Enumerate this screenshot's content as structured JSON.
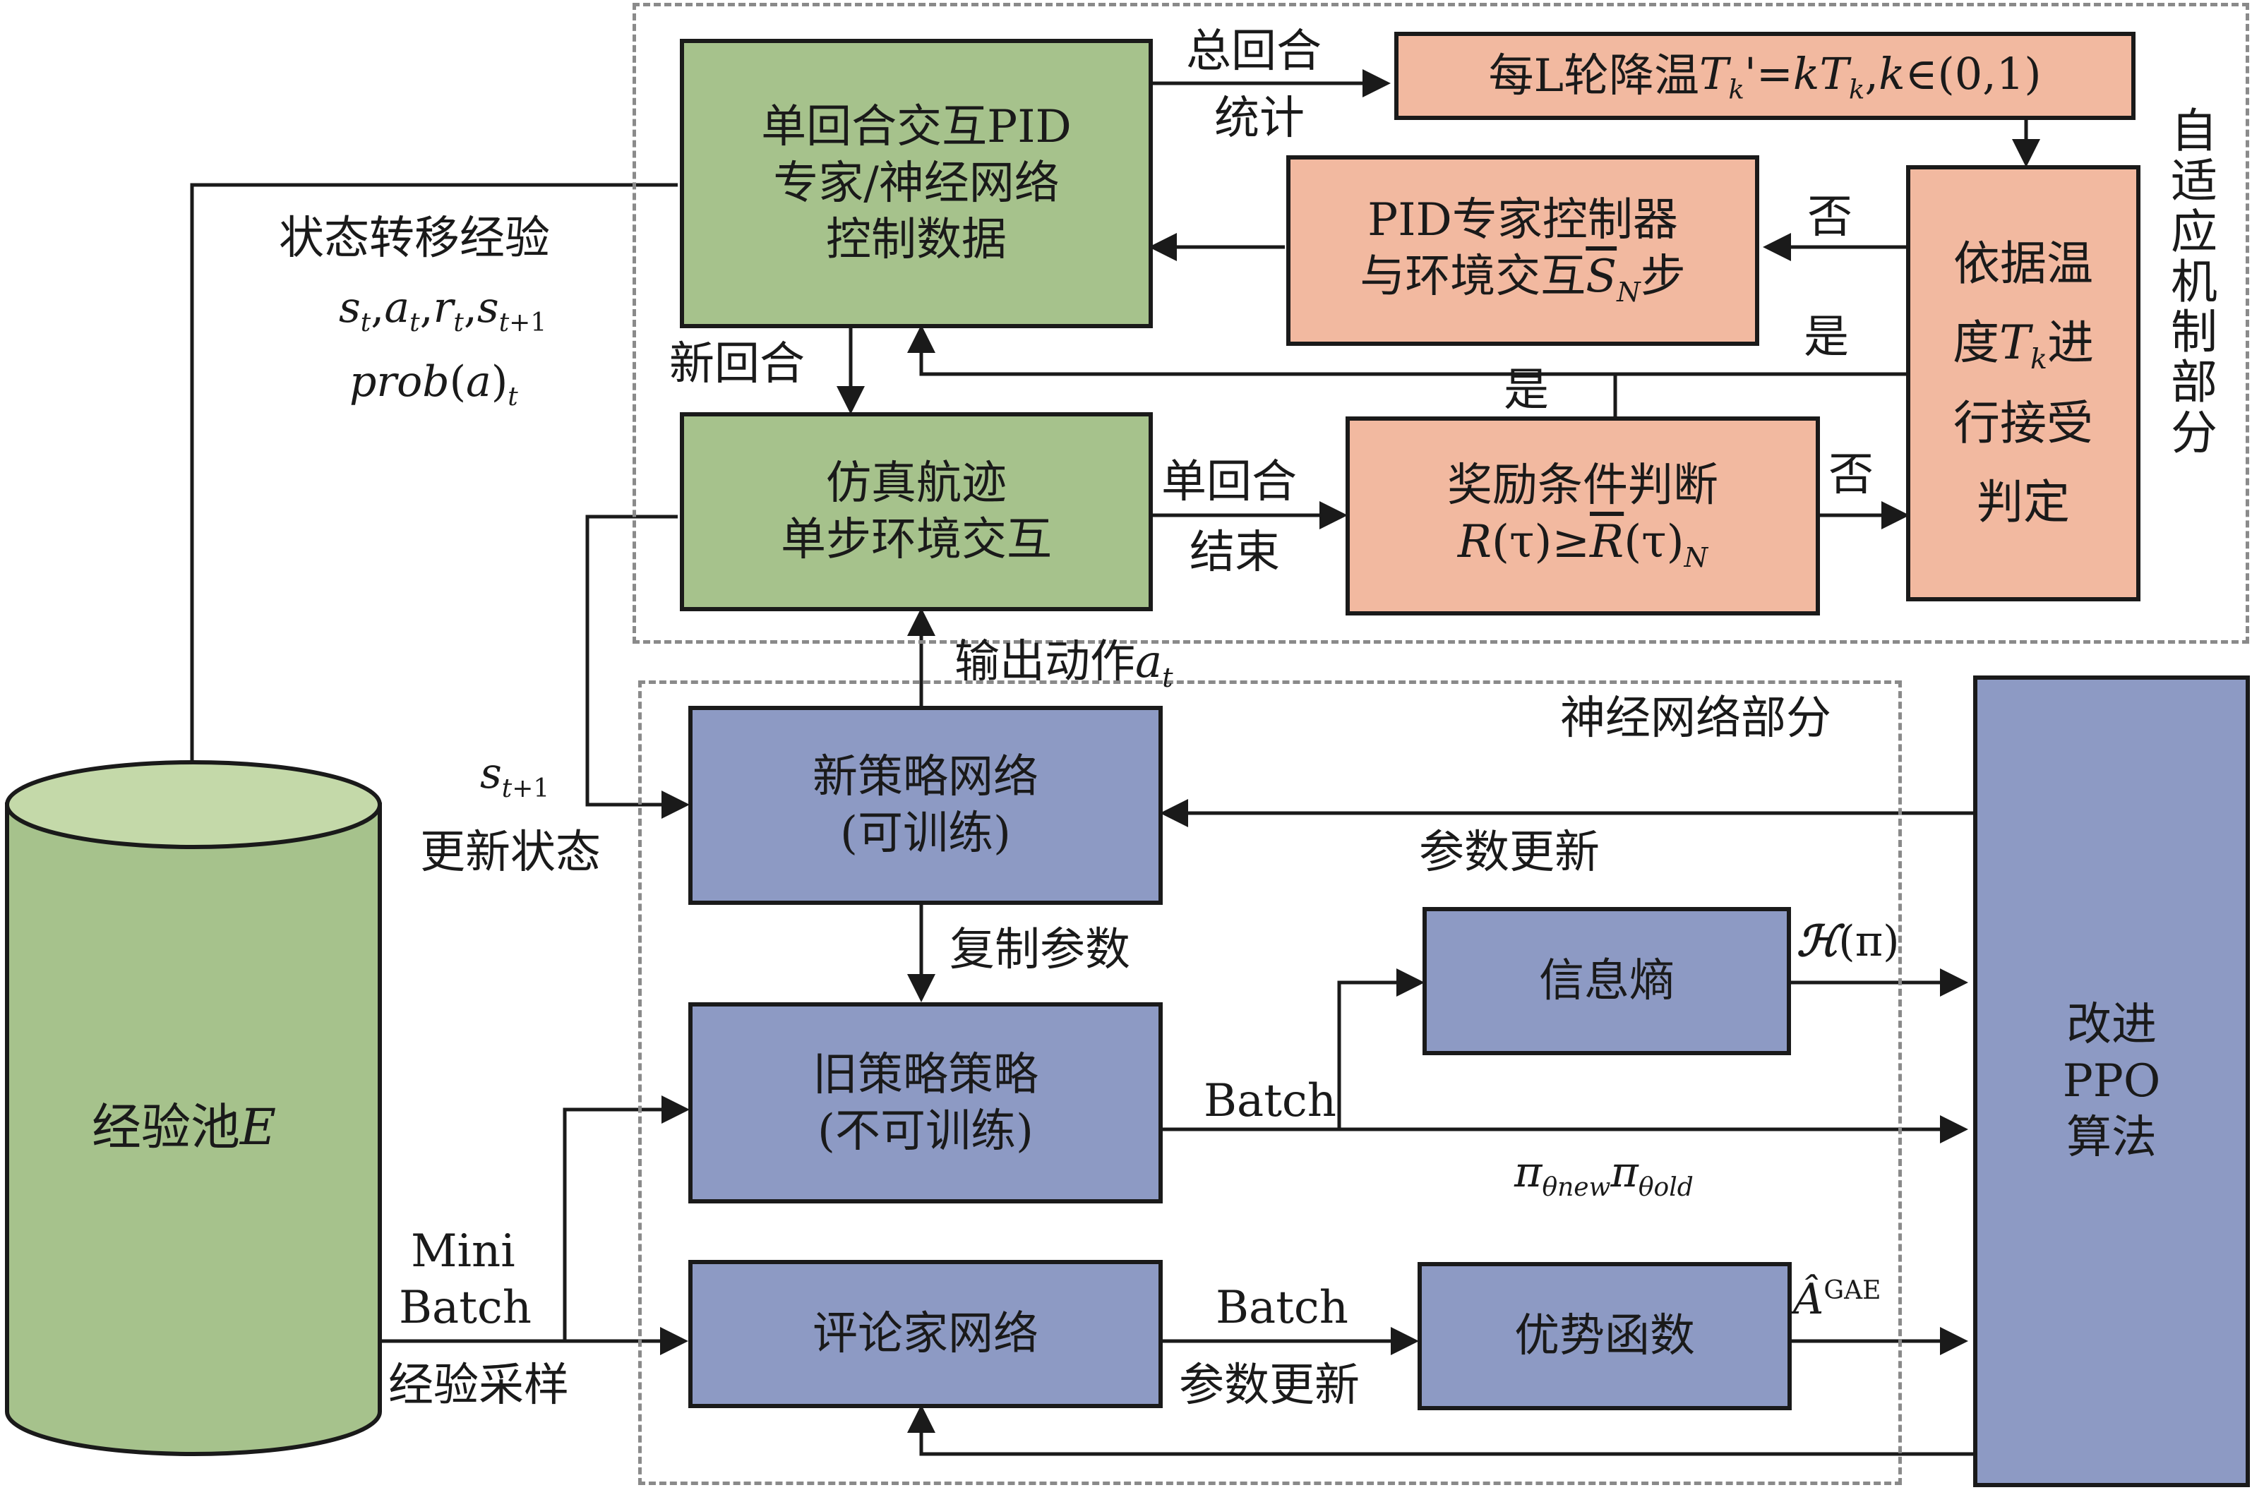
{
  "sections": {
    "adaptive_label": "自适应机制部分",
    "network_label": "神经网络部分"
  },
  "boxes": {
    "single_round": [
      "单回合交互PID",
      "专家/神经网络",
      "控制数据"
    ],
    "sim_step": [
      "仿真航迹",
      "单步环境交互"
    ],
    "cooling": "每L轮降温",
    "cooling_formula": "T_k'=kT_k, k∈(0,1)",
    "pid_expert": [
      "PID专家控制器",
      "与环境交互S̄_N步"
    ],
    "accept_judge": [
      "依据温",
      "度T_k进",
      "行接受",
      "判定"
    ],
    "reward_judge": [
      "奖励条件判断",
      "R(τ)≥R̄(τ)_N"
    ],
    "new_policy": [
      "新策略网络",
      "(可训练)"
    ],
    "old_policy": [
      "旧策略策略",
      "(不可训练)"
    ],
    "critic": "评论家网络",
    "entropy": "信息熵",
    "advantage": "优势函数",
    "ppo": [
      "改进",
      "PPO",
      "算法"
    ],
    "pool": "经验池E"
  },
  "edge_labels": {
    "total_stats_1": "总回合",
    "total_stats_2": "统计",
    "no_1": "否",
    "no_2": "否",
    "yes_1": "是",
    "yes_2": "是",
    "new_round": "新回合",
    "round_end_1": "单回合",
    "round_end_2": "结束",
    "output_action": "输出动作",
    "state_transition": "状态转移经验",
    "transition_tuple": "s_t,a_t,r_t,s_{t+1}",
    "prob": "prob(a)_t",
    "next_state_sym": "s_{t+1}",
    "update_state": "更新状态",
    "param_update_top": "参数更新",
    "copy_params": "复制参数",
    "batch_1": "Batch",
    "batch_2": "Batch",
    "pi_ratio": "π_θnew π_θold",
    "entropy_sym": "ℋ(π)",
    "adv_sym": "Â^GAE",
    "mini_batch_1": "Mini",
    "mini_batch_2": "Batch",
    "sampling": "经验采样",
    "param_update_bottom": "参数更新"
  },
  "colors": {
    "green": "#a6c28c",
    "salmon": "#f2b9a0",
    "blue": "#8d9ac4"
  }
}
